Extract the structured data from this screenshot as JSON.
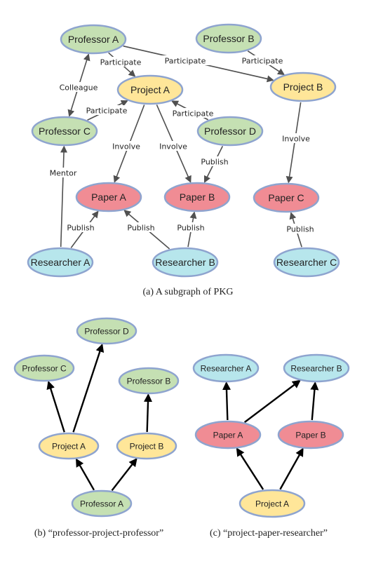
{
  "colors": {
    "professor": "#c5e0b3",
    "project": "#ffe699",
    "paper": "#f08c94",
    "researcher": "#b7e6ec",
    "stroke": "#8ea4cf",
    "edge": "#505050",
    "edge_bold": "#000000"
  },
  "panel_a": {
    "caption": "(a)  A subgraph of PKG",
    "nodes": [
      {
        "id": "profA",
        "label": "Professor A",
        "type": "professor"
      },
      {
        "id": "profB",
        "label": "Professor B",
        "type": "professor"
      },
      {
        "id": "projA",
        "label": "Project A",
        "type": "project"
      },
      {
        "id": "projB",
        "label": "Project B",
        "type": "project"
      },
      {
        "id": "profC",
        "label": "Professor C",
        "type": "professor"
      },
      {
        "id": "profD",
        "label": "Professor D",
        "type": "professor"
      },
      {
        "id": "papA",
        "label": "Paper A",
        "type": "paper"
      },
      {
        "id": "papB",
        "label": "Paper B",
        "type": "paper"
      },
      {
        "id": "papC",
        "label": "Paper C",
        "type": "paper"
      },
      {
        "id": "resA",
        "label": "Researcher A",
        "type": "researcher"
      },
      {
        "id": "resB",
        "label": "Researcher B",
        "type": "researcher"
      },
      {
        "id": "resC",
        "label": "Researcher C",
        "type": "researcher"
      }
    ],
    "edges": [
      {
        "from": "profA",
        "to": "projA",
        "label": "Participate"
      },
      {
        "from": "profA",
        "to": "projB",
        "label": "Participate"
      },
      {
        "from": "profB",
        "to": "projB",
        "label": "Participate"
      },
      {
        "from": "profA",
        "to": "profC",
        "label": "Colleague",
        "bidirectional": true
      },
      {
        "from": "profC",
        "to": "projA",
        "label": "Participate"
      },
      {
        "from": "profD",
        "to": "projA",
        "label": "Participate"
      },
      {
        "from": "projA",
        "to": "papA",
        "label": "Involve"
      },
      {
        "from": "projA",
        "to": "papB",
        "label": "Involve"
      },
      {
        "from": "profD",
        "to": "papB",
        "label": "Publish"
      },
      {
        "from": "projB",
        "to": "papC",
        "label": "Involve"
      },
      {
        "from": "resA",
        "to": "profC",
        "label": "Mentor"
      },
      {
        "from": "resA",
        "to": "papA",
        "label": "Publish"
      },
      {
        "from": "resB",
        "to": "papA",
        "label": "Publish"
      },
      {
        "from": "resB",
        "to": "papB",
        "label": "Publish"
      },
      {
        "from": "resC",
        "to": "papC",
        "label": "Publish"
      }
    ]
  },
  "panel_b": {
    "caption": "(b)  “professor-project-professor”",
    "nodes": [
      {
        "id": "profD",
        "label": "Professor D",
        "type": "professor"
      },
      {
        "id": "profC",
        "label": "Professor C",
        "type": "professor"
      },
      {
        "id": "profB",
        "label": "Professor B",
        "type": "professor"
      },
      {
        "id": "projA",
        "label": "Project A",
        "type": "project"
      },
      {
        "id": "projB",
        "label": "Project B",
        "type": "project"
      },
      {
        "id": "profA",
        "label": "Professor A",
        "type": "professor"
      }
    ],
    "edges": [
      {
        "from": "profA",
        "to": "projA"
      },
      {
        "from": "profA",
        "to": "projB"
      },
      {
        "from": "projA",
        "to": "profC"
      },
      {
        "from": "projA",
        "to": "profD"
      },
      {
        "from": "projB",
        "to": "profB"
      }
    ]
  },
  "panel_c": {
    "caption": "(c)  “project-paper-researcher”",
    "nodes": [
      {
        "id": "resA",
        "label": "Researcher A",
        "type": "researcher"
      },
      {
        "id": "resB",
        "label": "Researcher B",
        "type": "researcher"
      },
      {
        "id": "papA",
        "label": "Paper A",
        "type": "paper"
      },
      {
        "id": "papB",
        "label": "Paper B",
        "type": "paper"
      },
      {
        "id": "projA",
        "label": "Project A",
        "type": "project"
      }
    ],
    "edges": [
      {
        "from": "projA",
        "to": "papA"
      },
      {
        "from": "projA",
        "to": "papB"
      },
      {
        "from": "papA",
        "to": "resA"
      },
      {
        "from": "papA",
        "to": "resB"
      },
      {
        "from": "papB",
        "to": "resB"
      }
    ]
  }
}
